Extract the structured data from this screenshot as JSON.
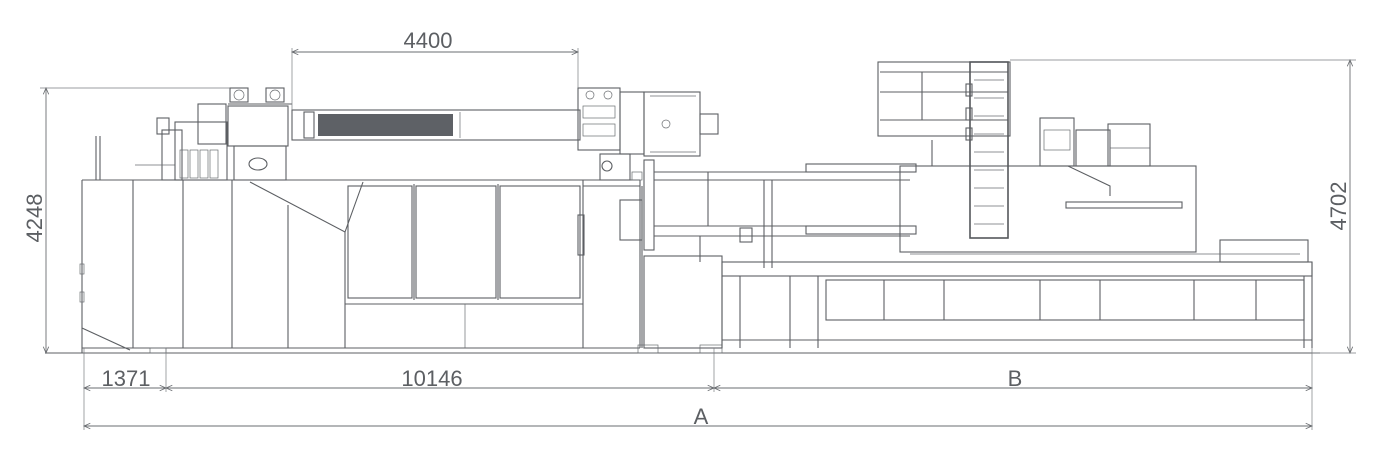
{
  "dimensions": {
    "top_span": "4400",
    "height_left": "4248",
    "height_right": "4702",
    "bottom_seg1": "1371",
    "bottom_seg2": "10146",
    "bottom_seg3": "B",
    "overall_length": "A"
  },
  "colors": {
    "line": "#5c5f63",
    "background": "#ffffff"
  }
}
